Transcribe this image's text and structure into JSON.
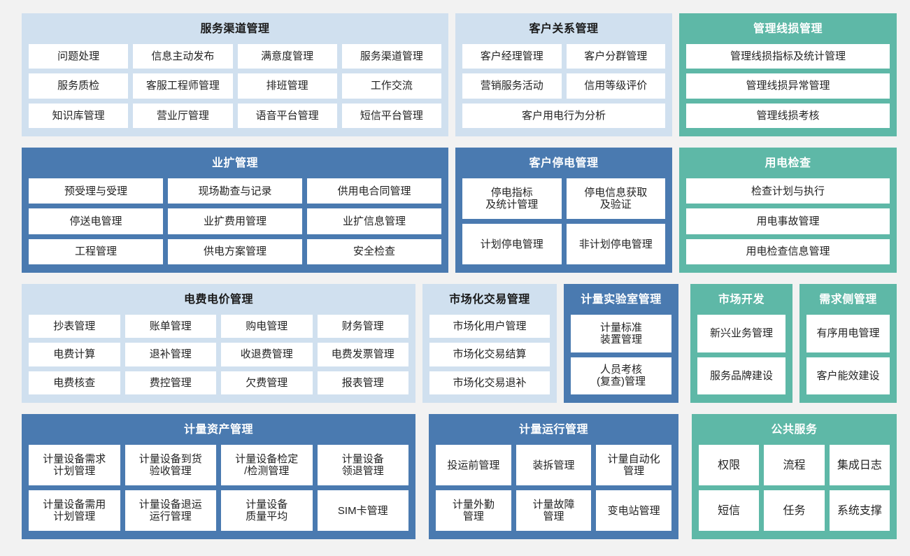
{
  "colors": {
    "light_blue": "#d0e0ef",
    "blue": "#4a7ab0",
    "teal": "#5eb8a7",
    "background": "#f2f2f2",
    "cell": "#ffffff"
  },
  "rows": [
    {
      "panels": [
        {
          "key": "service_channel",
          "title": "服务渠道管理",
          "theme": "lightblue",
          "items": [
            "问题处理",
            "信息主动发布",
            "满意度管理",
            "服务渠道管理",
            "服务质检",
            "客服工程师管理",
            "排班管理",
            "工作交流",
            "知识库管理",
            "营业厅管理",
            "语音平台管理",
            "短信平台管理"
          ]
        },
        {
          "key": "customer_relations",
          "title": "客户关系管理",
          "theme": "lightblue",
          "items": [
            "客户经理管理",
            "客户分群管理",
            "营销服务活动",
            "信用等级评价",
            "客户用电行为分析"
          ]
        },
        {
          "key": "line_loss",
          "title": "管理线损管理",
          "theme": "teal",
          "items": [
            "管理线损指标及统计管理",
            "管理线损异常管理",
            "管理线损考核"
          ]
        }
      ]
    },
    {
      "panels": [
        {
          "key": "business_expansion",
          "title": "业扩管理",
          "theme": "blue",
          "items": [
            "预受理与受理",
            "现场勘查与记录",
            "供用电合同管理",
            "停送电管理",
            "业扩费用管理",
            "业扩信息管理",
            "工程管理",
            "供电方案管理",
            "安全检查"
          ]
        },
        {
          "key": "customer_outage",
          "title": "客户停电管理",
          "theme": "blue",
          "items": [
            "停电指标\n及统计管理",
            "停电信息获取\n及验证",
            "计划停电管理",
            "非计划停电管理"
          ]
        },
        {
          "key": "power_inspection",
          "title": "用电检查",
          "theme": "teal",
          "items": [
            "检查计划与执行",
            "用电事故管理",
            "用电检查信息管理"
          ]
        }
      ]
    },
    {
      "panels": [
        {
          "key": "tariff",
          "title": "电费电价管理",
          "theme": "lightblue",
          "items": [
            "抄表管理",
            "账单管理",
            "购电管理",
            "财务管理",
            "电费计算",
            "退补管理",
            "收退费管理",
            "电费发票管理",
            "电费核查",
            "费控管理",
            "欠费管理",
            "报表管理"
          ]
        },
        {
          "key": "market_trading",
          "title": "市场化交易管理",
          "theme": "lightblue",
          "items": [
            "市场化用户管理",
            "市场化交易结算",
            "市场化交易退补"
          ]
        },
        {
          "key": "metering_lab",
          "title": "计量实验室管理",
          "theme": "blue",
          "items": [
            "计量标准\n装置管理",
            "人员考核\n(复查)管理"
          ]
        },
        {
          "key": "market_development",
          "title": "市场开发",
          "theme": "teal",
          "items": [
            "新兴业务管理",
            "服务品牌建设"
          ]
        },
        {
          "key": "demand_side",
          "title": "需求侧管理",
          "theme": "teal",
          "items": [
            "有序用电管理",
            "客户能效建设"
          ]
        }
      ]
    },
    {
      "panels": [
        {
          "key": "metering_assets",
          "title": "计量资产管理",
          "theme": "blue",
          "items": [
            "计量设备需求\n计划管理",
            "计量设备到货\n验收管理",
            "计量设备检定\n/检测管理",
            "计量设备\n领退管理",
            "计量设备需用\n计划管理",
            "计量设备退运\n运行管理",
            "计量设备\n质量平均",
            "SIM卡管理"
          ]
        },
        {
          "key": "metering_operation",
          "title": "计量运行管理",
          "theme": "blue",
          "items": [
            "投运前管理",
            "装拆管理",
            "计量自动化\n管理",
            "计量外勤\n管理",
            "计量故障\n管理",
            "变电站管理"
          ]
        },
        {
          "key": "public_service",
          "title": "公共服务",
          "theme": "teal",
          "items": [
            "权限",
            "流程",
            "集成日志",
            "短信",
            "任务",
            "系统支撑"
          ]
        }
      ]
    }
  ]
}
